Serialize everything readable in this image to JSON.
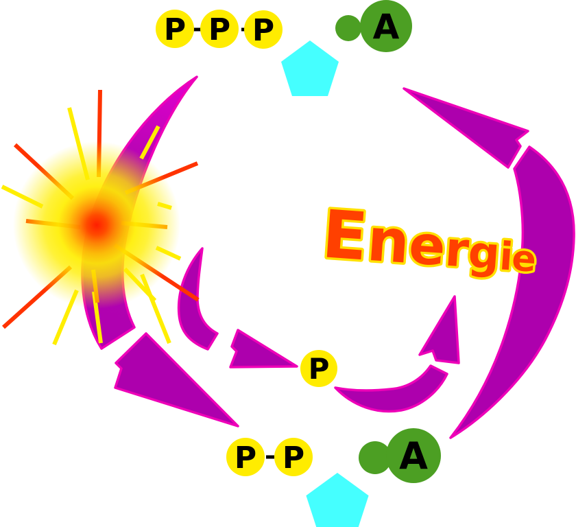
{
  "molecules": {
    "atp": {
      "phosphate_1": "P",
      "phosphate_2": "P",
      "phosphate_3": "P",
      "adenine": "A"
    },
    "adp": {
      "phosphate_1": "P",
      "phosphate_2": "P",
      "adenine": "A"
    },
    "free_phosphate": {
      "label": "P"
    }
  },
  "energy": {
    "word": "Energie",
    "letters": [
      "E",
      "n",
      "e",
      "r",
      "g",
      "i",
      "e"
    ]
  },
  "colors": {
    "background": "#ffffff",
    "phosphate_fill": "#ffec00",
    "adenine_fill": "#4c9f23",
    "ribose_fill": "#45ffff",
    "arrow_fill": "#ad00ad",
    "arrow_stroke": "#ee00b8",
    "bond_color": "#000000",
    "label_color": "#000000",
    "ray_yellow": "#ffee00",
    "ray_red": "#ff3300",
    "ray_orange": "#ff8800",
    "energy_text_fill": "#ff4000",
    "energy_text_stroke": "#ffe000"
  }
}
